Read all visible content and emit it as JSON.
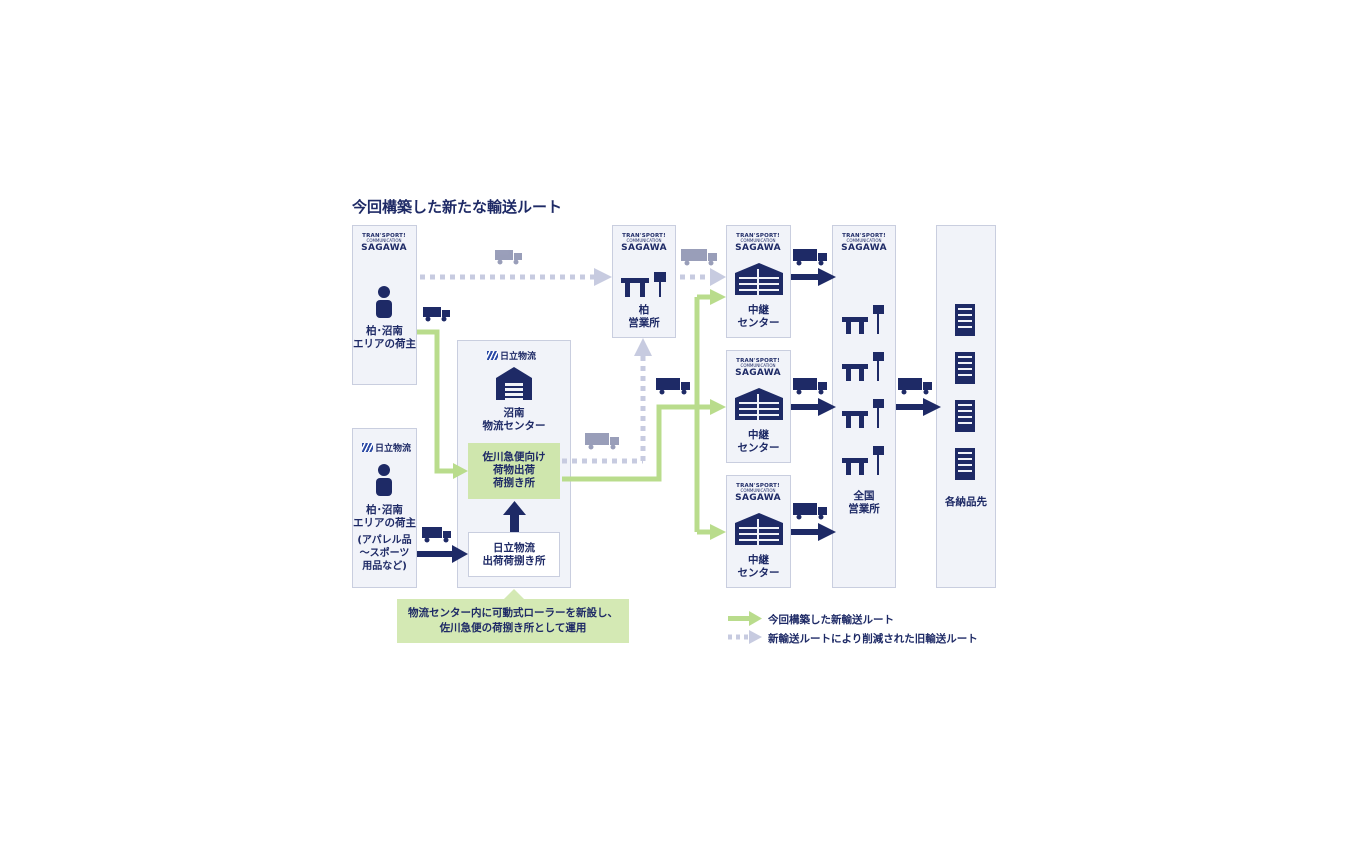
{
  "title": "今回構築した新たな輸送ルート",
  "logos": {
    "sagawa_line1": "TRAN'SPORT!",
    "sagawa_line2": "COMMUNICATION",
    "sagawa_line3": "SAGAWA",
    "hitachi": "日立物流"
  },
  "nodes": {
    "shipper_kashiwa": "柏･沼南\nエリアの荷主",
    "shipper_hitachi": "柏･沼南\nエリアの荷主",
    "shipper_hitachi_sub": "(アパレル品\n～スポーツ\n用品など)",
    "shonan_center": "沼南\n物流センター",
    "sagawa_sorting": "佐川急便向け\n荷物出荷\n荷捌き所",
    "hitachi_sorting": "日立物流\n出荷荷捌き所",
    "kashiwa_office": "柏\n営業所",
    "relay_center": "中継\nセンター",
    "national_offices": "全国\n営業所",
    "destinations": "各納品先"
  },
  "note": "物流センター内に可動式ローラーを新設し、\n佐川急便の荷捌き所として運用",
  "legend": {
    "new_route": "今回構築した新輸送ルート",
    "old_route": "新輸送ルートにより削減された旧輸送ルート"
  },
  "colors": {
    "navy": "#1e2a66",
    "green": "#b9dc8c",
    "dotted": "#c7cbe0",
    "box_bg": "#f1f3f9"
  }
}
